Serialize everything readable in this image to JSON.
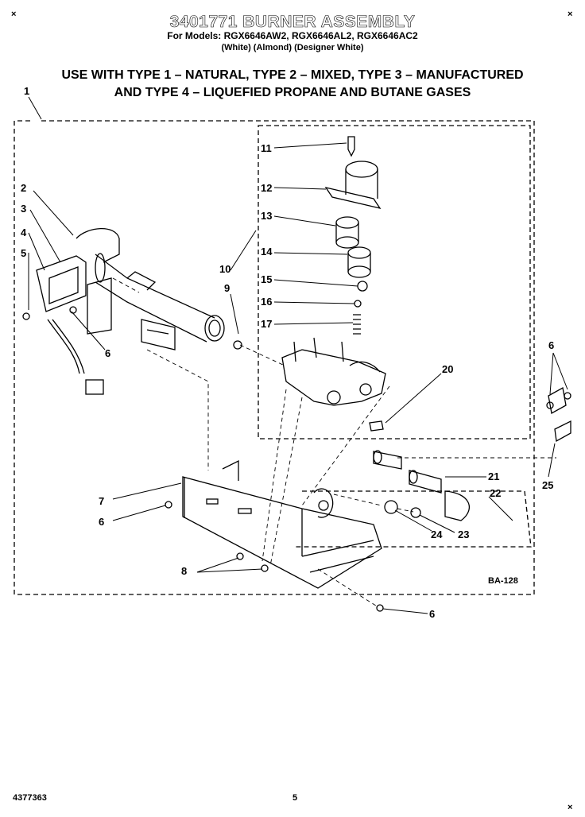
{
  "header": {
    "title": "3401771 BURNER ASSEMBLY",
    "models": "For Models: RGX6646AW2, RGX6646AL2, RGX6646AC2",
    "colors": "(White)      (Almond) (Designer White)",
    "gas_line1": "USE WITH TYPE 1 – NATURAL, TYPE 2 – MIXED, TYPE 3 – MANUFACTURED",
    "gas_line2": "AND TYPE 4 – LIQUEFIED PROPANE AND BUTANE GASES"
  },
  "callouts": {
    "c1": "1",
    "c2": "2",
    "c3": "3",
    "c4": "4",
    "c5": "5",
    "c6a": "6",
    "c6b": "6",
    "c6c": "6",
    "c6d": "6",
    "c7": "7",
    "c8": "8",
    "c9": "9",
    "c10": "10",
    "c11": "11",
    "c12": "12",
    "c13": "13",
    "c14": "14",
    "c15": "15",
    "c16": "16",
    "c17": "17",
    "c20": "20",
    "c21": "21",
    "c22": "22",
    "c23": "23",
    "c24": "24",
    "c25": "25"
  },
  "diagram_code": "BA-128",
  "footer": {
    "part_number": "4377363",
    "page_number": "5"
  },
  "corner_marks": {
    "top_left": "×",
    "top_right": "×",
    "bottom_right": "×"
  }
}
